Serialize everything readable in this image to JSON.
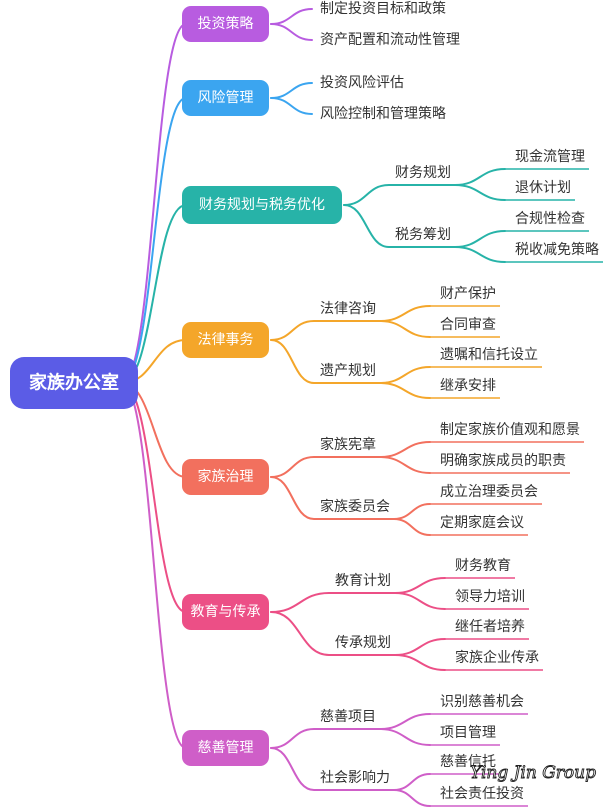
{
  "root": {
    "label": "家族办公室",
    "color": "#5b5ce6"
  },
  "branches": [
    {
      "label": "投资策略",
      "color": "#b85ce0",
      "children": [
        {
          "label": "制定投资目标和政策"
        },
        {
          "label": "资产配置和流动性管理"
        }
      ]
    },
    {
      "label": "风险管理",
      "color": "#3ba5f0",
      "children": [
        {
          "label": "投资风险评估"
        },
        {
          "label": "风险控制和管理策略"
        }
      ]
    },
    {
      "label": "财务规划与税务优化",
      "color": "#27b3a8",
      "children": [
        {
          "label": "财务规划",
          "children": [
            {
              "label": "现金流管理"
            },
            {
              "label": "退休计划"
            }
          ]
        },
        {
          "label": "税务筹划",
          "children": [
            {
              "label": "合规性检查"
            },
            {
              "label": "税收减免策略"
            }
          ]
        }
      ]
    },
    {
      "label": "法律事务",
      "color": "#f4a62a",
      "children": [
        {
          "label": "法律咨询",
          "children": [
            {
              "label": "财产保护"
            },
            {
              "label": "合同审查"
            }
          ]
        },
        {
          "label": "遗产规划",
          "children": [
            {
              "label": "遗嘱和信托设立"
            },
            {
              "label": "继承安排"
            }
          ]
        }
      ]
    },
    {
      "label": "家族治理",
      "color": "#f2705e",
      "children": [
        {
          "label": "家族宪章",
          "children": [
            {
              "label": "制定家族价值观和愿景"
            },
            {
              "label": "明确家族成员的职责"
            }
          ]
        },
        {
          "label": "家族委员会",
          "children": [
            {
              "label": "成立治理委员会"
            },
            {
              "label": "定期家庭会议"
            }
          ]
        }
      ]
    },
    {
      "label": "教育与传承",
      "color": "#ec4f86",
      "children": [
        {
          "label": "教育计划",
          "children": [
            {
              "label": "财务教育"
            },
            {
              "label": "领导力培训"
            }
          ]
        },
        {
          "label": "传承规划",
          "children": [
            {
              "label": "继任者培养"
            },
            {
              "label": "家族企业传承"
            }
          ]
        }
      ]
    },
    {
      "label": "慈善管理",
      "color": "#cf5ec8",
      "children": [
        {
          "label": "慈善项目",
          "children": [
            {
              "label": "识别慈善机会"
            },
            {
              "label": "项目管理"
            }
          ]
        },
        {
          "label": "社会影响力",
          "children": [
            {
              "label": "慈善信托"
            },
            {
              "label": "社会责任投资"
            }
          ]
        }
      ]
    }
  ],
  "watermark": "Ying Jin Group"
}
